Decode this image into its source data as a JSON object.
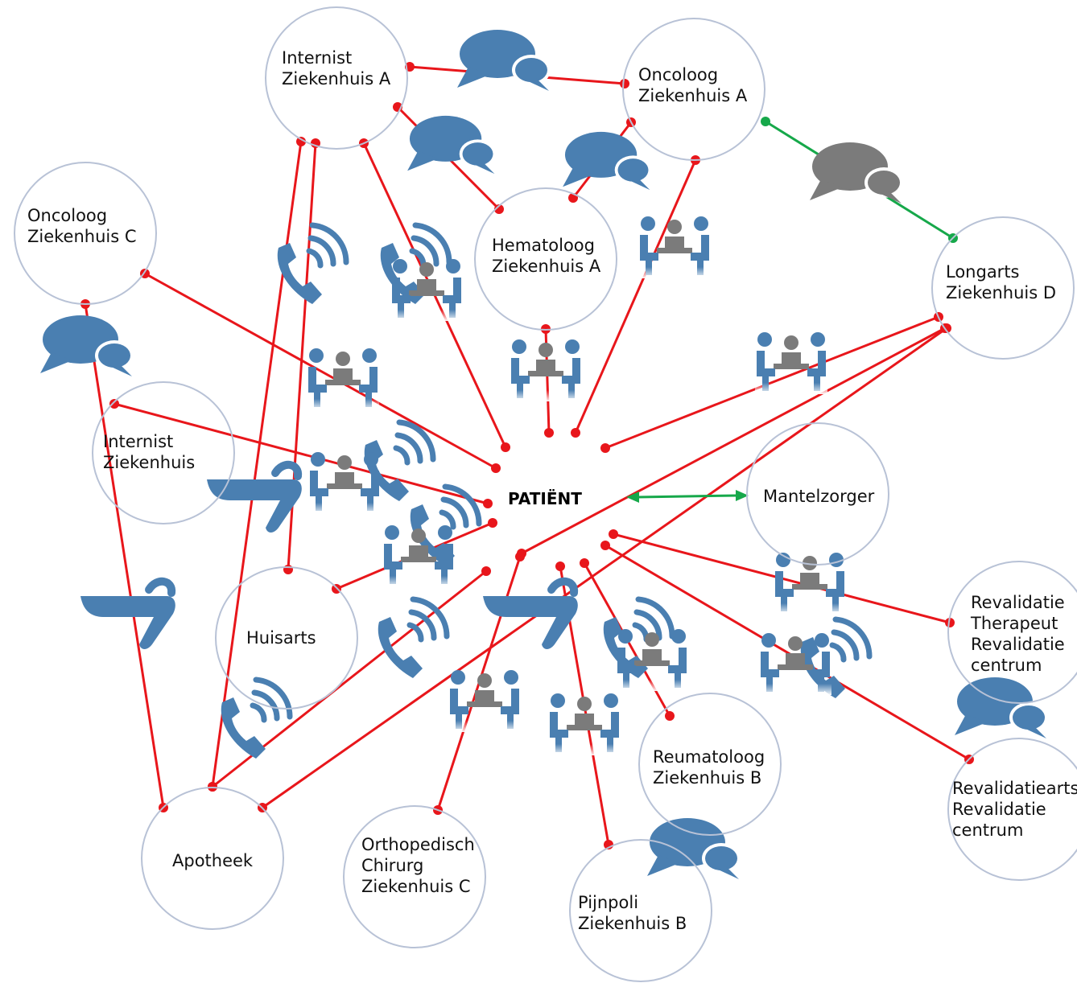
{
  "colors": {
    "edge": "#e8161b",
    "edge_green": "#16a84a",
    "icon_blue": "#4a7fb1",
    "icon_grey": "#7b7b7b",
    "node_border": "#b8c2d6"
  },
  "center": {
    "label": "PATIËNT"
  },
  "nodes": [
    {
      "id": "internist_a",
      "lines": [
        "Internist",
        "Ziekenhuis A"
      ]
    },
    {
      "id": "oncoloog_a",
      "lines": [
        "Oncoloog",
        "Ziekenhuis A"
      ]
    },
    {
      "id": "oncoloog_c",
      "lines": [
        "Oncoloog",
        "Ziekenhuis C"
      ]
    },
    {
      "id": "hematoloog_a",
      "lines": [
        "Hematoloog",
        "Ziekenhuis A"
      ]
    },
    {
      "id": "longarts_d",
      "lines": [
        "Longarts",
        "Ziekenhuis D"
      ]
    },
    {
      "id": "internist_zk",
      "lines": [
        "Internist",
        "Ziekenhuis"
      ]
    },
    {
      "id": "mantelzorger",
      "lines": [
        "Mantelzorger"
      ]
    },
    {
      "id": "huisarts",
      "lines": [
        "Huisarts"
      ]
    },
    {
      "id": "revalidatie_therapeut",
      "lines": [
        "Revalidatie",
        "Therapeut",
        "Revalidatie",
        "centrum"
      ]
    },
    {
      "id": "apotheek",
      "lines": [
        "Apotheek"
      ]
    },
    {
      "id": "orthopedisch",
      "lines": [
        "Orthopedisch",
        "Chirurg",
        "Ziekenhuis C"
      ]
    },
    {
      "id": "reumatoloog_b",
      "lines": [
        "Reumatoloog",
        "Ziekenhuis B"
      ]
    },
    {
      "id": "revalidatiearts",
      "lines": [
        "Revalidatiearts",
        "Revalidatie",
        "centrum"
      ]
    },
    {
      "id": "pijnpoli_b",
      "lines": [
        "Pijnpoli",
        "Ziekenhuis B"
      ]
    }
  ],
  "icon_types": [
    "chat-bubbles-icon",
    "phone-call-icon",
    "meeting-icon",
    "pharmacy-icon"
  ]
}
